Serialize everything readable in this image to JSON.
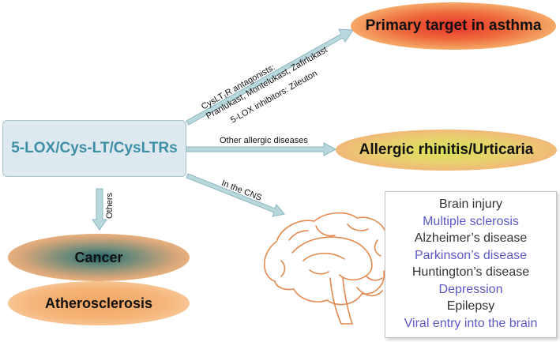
{
  "center": {
    "label": "5-LOX/Cys-LT/CysLTRs"
  },
  "targets": {
    "asthma": "Primary target in asthma",
    "allergic": "Allergic rhinitis/Urticaria",
    "cancer": "Cancer",
    "atherosclerosis": "Atherosclerosis"
  },
  "arrow_labels": {
    "antagonists_line1": "CysLT₁R antagonists:",
    "antagonists_line2": "Pranlukast, Montelukast, Zafirlukast",
    "inhibitors": "5-LOX inhibitors: Zileuton",
    "other_allergic": "Other allergic diseases",
    "cns": "In the CNS",
    "others": "Others"
  },
  "cns_diseases": [
    {
      "label": "Brain injury",
      "color": "dark"
    },
    {
      "label": "Multiple sclerosis",
      "color": "blue"
    },
    {
      "label": "Alzheimer’s disease",
      "color": "dark"
    },
    {
      "label": "Parkinson’s disease",
      "color": "blue"
    },
    {
      "label": "Huntington’s disease",
      "color": "dark"
    },
    {
      "label": "Depression",
      "color": "blue"
    },
    {
      "label": "Epilepsy",
      "color": "dark"
    },
    {
      "label": "Viral entry into the brain",
      "color": "blue"
    }
  ],
  "colors": {
    "arrow_fill": "#b9d8dd",
    "arrow_stroke": "#8bb7bf",
    "center_text": "#3d8fa6",
    "blue_text": "#5b59c4",
    "dark_text": "#333333",
    "brain_stroke": "#e38a50"
  }
}
